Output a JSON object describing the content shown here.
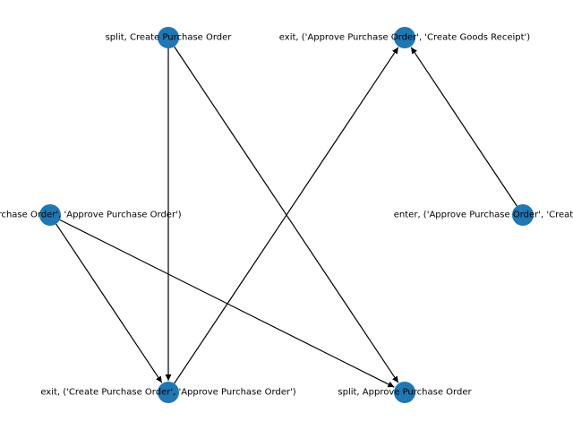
{
  "graph": {
    "node_color": "#1f77b4",
    "edge_color": "#000000",
    "label_color": "#000000",
    "nodes": [
      {
        "id": "n1",
        "label": "split, Create Purchase Order"
      },
      {
        "id": "n2",
        "label": "exit, ('Approve Purchase Order', 'Create Goods Receipt')"
      },
      {
        "id": "n3",
        "label": "enter, ('Create Purchase Order', 'Approve Purchase Order')"
      },
      {
        "id": "n4",
        "label": "enter, ('Approve Purchase Order', 'Create Goods Receipt')"
      },
      {
        "id": "n5",
        "label": "exit, ('Create Purchase Order', 'Approve Purchase Order')"
      },
      {
        "id": "n6",
        "label": "split, Approve Purchase Order"
      }
    ],
    "edges": [
      {
        "from": "n1",
        "to": "n5"
      },
      {
        "from": "n1",
        "to": "n6"
      },
      {
        "from": "n3",
        "to": "n5"
      },
      {
        "from": "n3",
        "to": "n6"
      },
      {
        "from": "n5",
        "to": "n2"
      },
      {
        "from": "n4",
        "to": "n2"
      }
    ]
  }
}
